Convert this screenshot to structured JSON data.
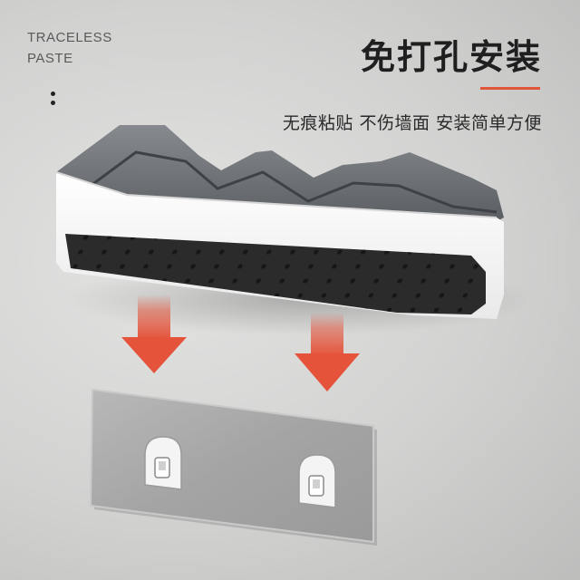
{
  "labels": {
    "english_line1": "TRACELESS",
    "english_line2": "PASTE",
    "title": "免打孔安装",
    "subtitle": "无痕粘贴 不伤墙面 安装简单方便"
  },
  "colors": {
    "accent": "#e2553a",
    "arrow": "#e4533a",
    "shelf_white": "#f7f7f7",
    "shelf_smoke": "#5c6166",
    "mat": "#2b2b2b",
    "plate": "#a9a9a9"
  },
  "icons": [
    "shelf-illustration",
    "down-arrow-icon",
    "adhesive-plate",
    "hook-icon"
  ]
}
